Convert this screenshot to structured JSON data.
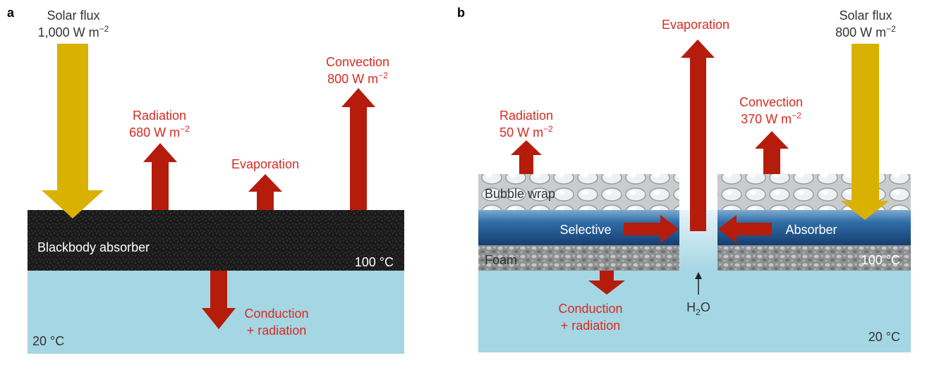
{
  "panel_a": {
    "letter": "a",
    "solar_title": "Solar flux",
    "solar_value": "1,000 W m",
    "solar_exp": "−2",
    "radiation_title": "Radiation",
    "radiation_value": "680 W m",
    "radiation_exp": "−2",
    "evaporation": "Evaporation",
    "convection_title": "Convection",
    "convection_value": "800 W m",
    "convection_exp": "−2",
    "absorber_label": "Blackbody absorber",
    "absorber_temp": "100 °C",
    "conduction_1": "Conduction",
    "conduction_2": "+ radiation",
    "water_temp": "20 °C"
  },
  "panel_b": {
    "letter": "b",
    "evaporation": "Evaporation",
    "solar_title": "Solar flux",
    "solar_value": "800 W m",
    "solar_exp": "−2",
    "radiation_title": "Radiation",
    "radiation_value": "50 W m",
    "radiation_exp": "−2",
    "convection_title": "Convection",
    "convection_value": "370 W m",
    "convection_exp": "−2",
    "bubble_wrap": "Bubble wrap",
    "selective": "Selective",
    "absorber": "Absorber",
    "foam": "Foam",
    "absorber_temp": "100 °C",
    "conduction_1": "Conduction",
    "conduction_2": "+ radiation",
    "water_main": "H",
    "water_sub": "2",
    "water_end": "O",
    "water_temp": "20 °C"
  },
  "colors": {
    "solar": "#d9b100",
    "heat": "#b51c0c",
    "label_red": "#d72b22",
    "water": "#a5d6e3",
    "absorber_black": "#1b1b1b",
    "selective_blue": "#2d6da8"
  }
}
